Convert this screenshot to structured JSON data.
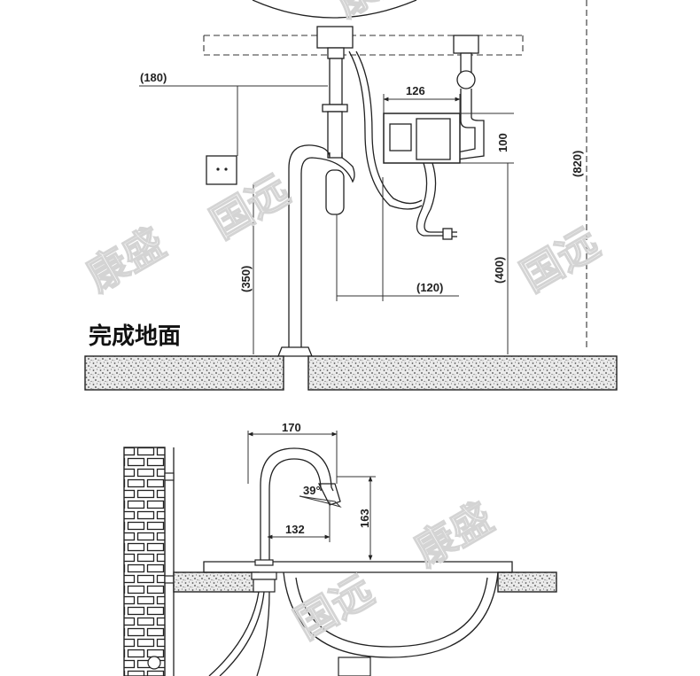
{
  "labels": {
    "floor": "完成地面",
    "dim_180": "(180)",
    "dim_126": "126",
    "dim_100": "100",
    "dim_820": "(820)",
    "dim_350": "(350)",
    "dim_400": "(400)",
    "dim_120": "(120)",
    "dim_170": "170",
    "dim_39": "39°",
    "dim_163": "163",
    "dim_132": "132"
  },
  "watermarks": [
    "康盛",
    "国远",
    "康盛",
    "国远",
    "康盛",
    "国远"
  ]
}
